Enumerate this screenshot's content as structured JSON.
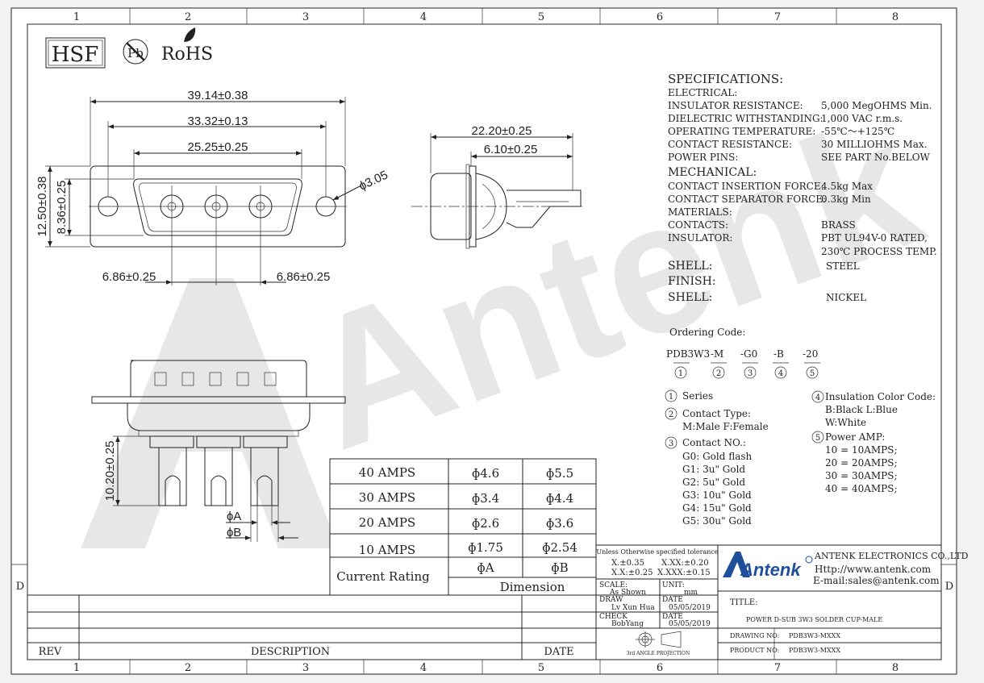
{
  "border": {
    "col_labels": [
      "1",
      "2",
      "3",
      "4",
      "5",
      "6",
      "7",
      "8"
    ],
    "row_label": "D"
  },
  "marks": {
    "hsf": "HSF",
    "pb": "Pb",
    "rohs": "RoHS"
  },
  "watermark": "Antenk",
  "front_view": {
    "overall_width": "39.14±0.38",
    "mount_hole_pitch": "33.32±0.13",
    "shell_width": "25.25±0.25",
    "overall_height": "12.50±0.38",
    "shell_height": "8.36±0.25",
    "hole_dia": "ɸ3.05",
    "pin_pitch_left": "6.86±0.25",
    "pin_pitch_right": "6.86±0.25"
  },
  "side_view": {
    "length": "22.20±0.25",
    "cup_length": "6.10±0.25"
  },
  "bottom_view": {
    "pin_length": "10.20±0.25",
    "dia_a": "ɸA",
    "dia_b": "ɸB"
  },
  "current_table": {
    "rows": [
      {
        "amps": "40 AMPS",
        "a": "ɸ4.6",
        "b": "ɸ5.5"
      },
      {
        "amps": "30 AMPS",
        "a": "ɸ3.4",
        "b": "ɸ4.4"
      },
      {
        "amps": "20 AMPS",
        "a": "ɸ2.6",
        "b": "ɸ3.6"
      },
      {
        "amps": "10 AMPS",
        "a": "ɸ1.75",
        "b": "ɸ2.54"
      }
    ],
    "hdr_a": "ɸA",
    "hdr_b": "ɸB",
    "current_rating": "Current Rating",
    "dimension": "Dimension"
  },
  "specs": {
    "title": "SPECIFICATIONS:",
    "electrical": "ELECTRICAL:",
    "insulator_resistance": {
      "label": "INSULATOR RESISTANCE:",
      "value": "5,000 MegOHMS Min."
    },
    "dielectric": {
      "label": "DIELECTRIC WITHSTANDING:",
      "value": "1,000 VAC r.m.s."
    },
    "operating_temp": {
      "label": "OPERATING TEMPERATURE:",
      "value": "-55℃～+125℃"
    },
    "contact_resistance": {
      "label": "CONTACT RESISTANCE:",
      "value": "30 MILLIOHMS Max."
    },
    "power_pins": {
      "label": "POWER PINS:",
      "value": "SEE PART No.BELOW"
    },
    "mechanical": "MECHANICAL:",
    "insertion_force": {
      "label": "CONTACT INSERTION FORCE:",
      "value": "4.5kg Max"
    },
    "separator_force": {
      "label": "CONTACT SEPARATOR FORCE:",
      "value": "0.3kg Min"
    },
    "materials": "MATERIALS:",
    "contacts": {
      "label": "CONTACTS:",
      "value": "BRASS"
    },
    "insulator": {
      "label": "INSULATOR:",
      "value": "PBT UL94V-0 RATED,",
      "value2": "230℃ PROCESS TEMP."
    },
    "shell1": {
      "label": "SHELL:",
      "value": "STEEL"
    },
    "finish": "FINISH:",
    "shell2": {
      "label": "SHELL:",
      "value": "NICKEL"
    }
  },
  "ordering": {
    "title": "Ordering Code:",
    "parts": [
      {
        "code": "PDB3W3",
        "num": "1"
      },
      {
        "code": "-M",
        "num": "2"
      },
      {
        "code": "-G0",
        "num": "3"
      },
      {
        "code": "-B",
        "num": "4"
      },
      {
        "code": "-20",
        "num": "5"
      }
    ],
    "series": "Series",
    "contact_type": "Contact Type:",
    "contact_type_vals": "M:Male  F:Female",
    "contact_no": "Contact NO.:",
    "gold": [
      "G0: Gold flash",
      "G1:  3u\" Gold",
      "G2:  5u\" Gold",
      "G3: 10u\" Gold",
      "G4: 15u\" Gold",
      "G5: 30u\" Gold"
    ],
    "insulation": "Insulation Color Code:",
    "insulation_vals": [
      "B:Black  L:Blue",
      "W:White"
    ],
    "power_amp": "Power AMP:",
    "amps": [
      "10 = 10AMPS;",
      "20 = 20AMPS;",
      "30 = 30AMPS;",
      "40 = 40AMPS;"
    ]
  },
  "title_block": {
    "tolerance_title": "Unless Otherwise specified tolerance",
    "tol1": "X.±0.35",
    "tol2": "X.XX:±0.20",
    "tol3": "X.X:±0.25",
    "tol4": "X.XXX:±0.15",
    "company": "ANTENK ELECTRONICS CO.,LTD",
    "web": "Http://www.antenk.com",
    "email": "E-mail:sales@antenk.com",
    "logo": "Antenk",
    "scale_label": "SCALE:",
    "scale_value": "As Shown",
    "unit_label": "UNIT:",
    "unit_value": "mm",
    "draw_label": "DRAW",
    "draw_value": "Lv Xun Hua",
    "date_label": "DATE",
    "draw_date": "05/05/2019",
    "check_label": "CHECK",
    "check_value": "BobYang",
    "check_date": "05/05/2019",
    "title_label": "TITLE:",
    "title_value": "POWER D-SUB 3W3 SOLDER CUP-MALE",
    "drawing_no_label": "DRAWING NO:",
    "drawing_no": "PDB3W3-MXXX",
    "product_no_label": "PRODUCT NO:",
    "product_no": "PDB3W3-MXXX",
    "projection": "3rd ANGLE PROJECTION",
    "rev": "REV",
    "description": "DESCRIPTION",
    "date": "DATE"
  }
}
